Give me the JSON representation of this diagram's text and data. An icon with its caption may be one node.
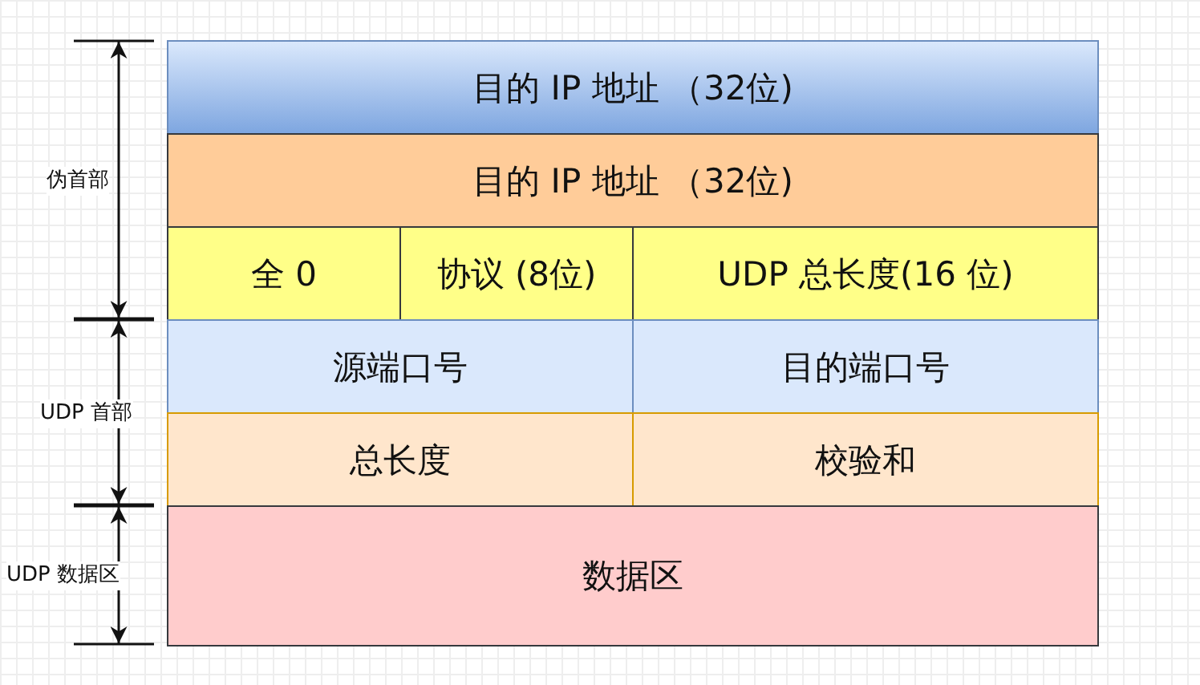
{
  "diagram": {
    "nodes": [
      {
        "text": [
          "目的 IP 地址 （32位)"
        ]
      },
      {
        "text": [
          "目的 IP 地址 （32位)"
        ]
      },
      {
        "text": [
          "全 0"
        ]
      },
      {
        "text": [
          "协议 (8位)"
        ]
      },
      {
        "text": [
          "UDP 总长度(16 位)"
        ]
      },
      {
        "text": [
          "源端口号"
        ]
      },
      {
        "text": [
          "目的端口号"
        ]
      },
      {
        "text": [
          "总长度"
        ]
      },
      {
        "text": [
          "校验和"
        ]
      },
      {
        "text": [
          "数据区"
        ]
      }
    ],
    "edges": [],
    "labels": [
      "伪首部",
      "UDP 首部",
      "UDP 数据区"
    ]
  }
}
